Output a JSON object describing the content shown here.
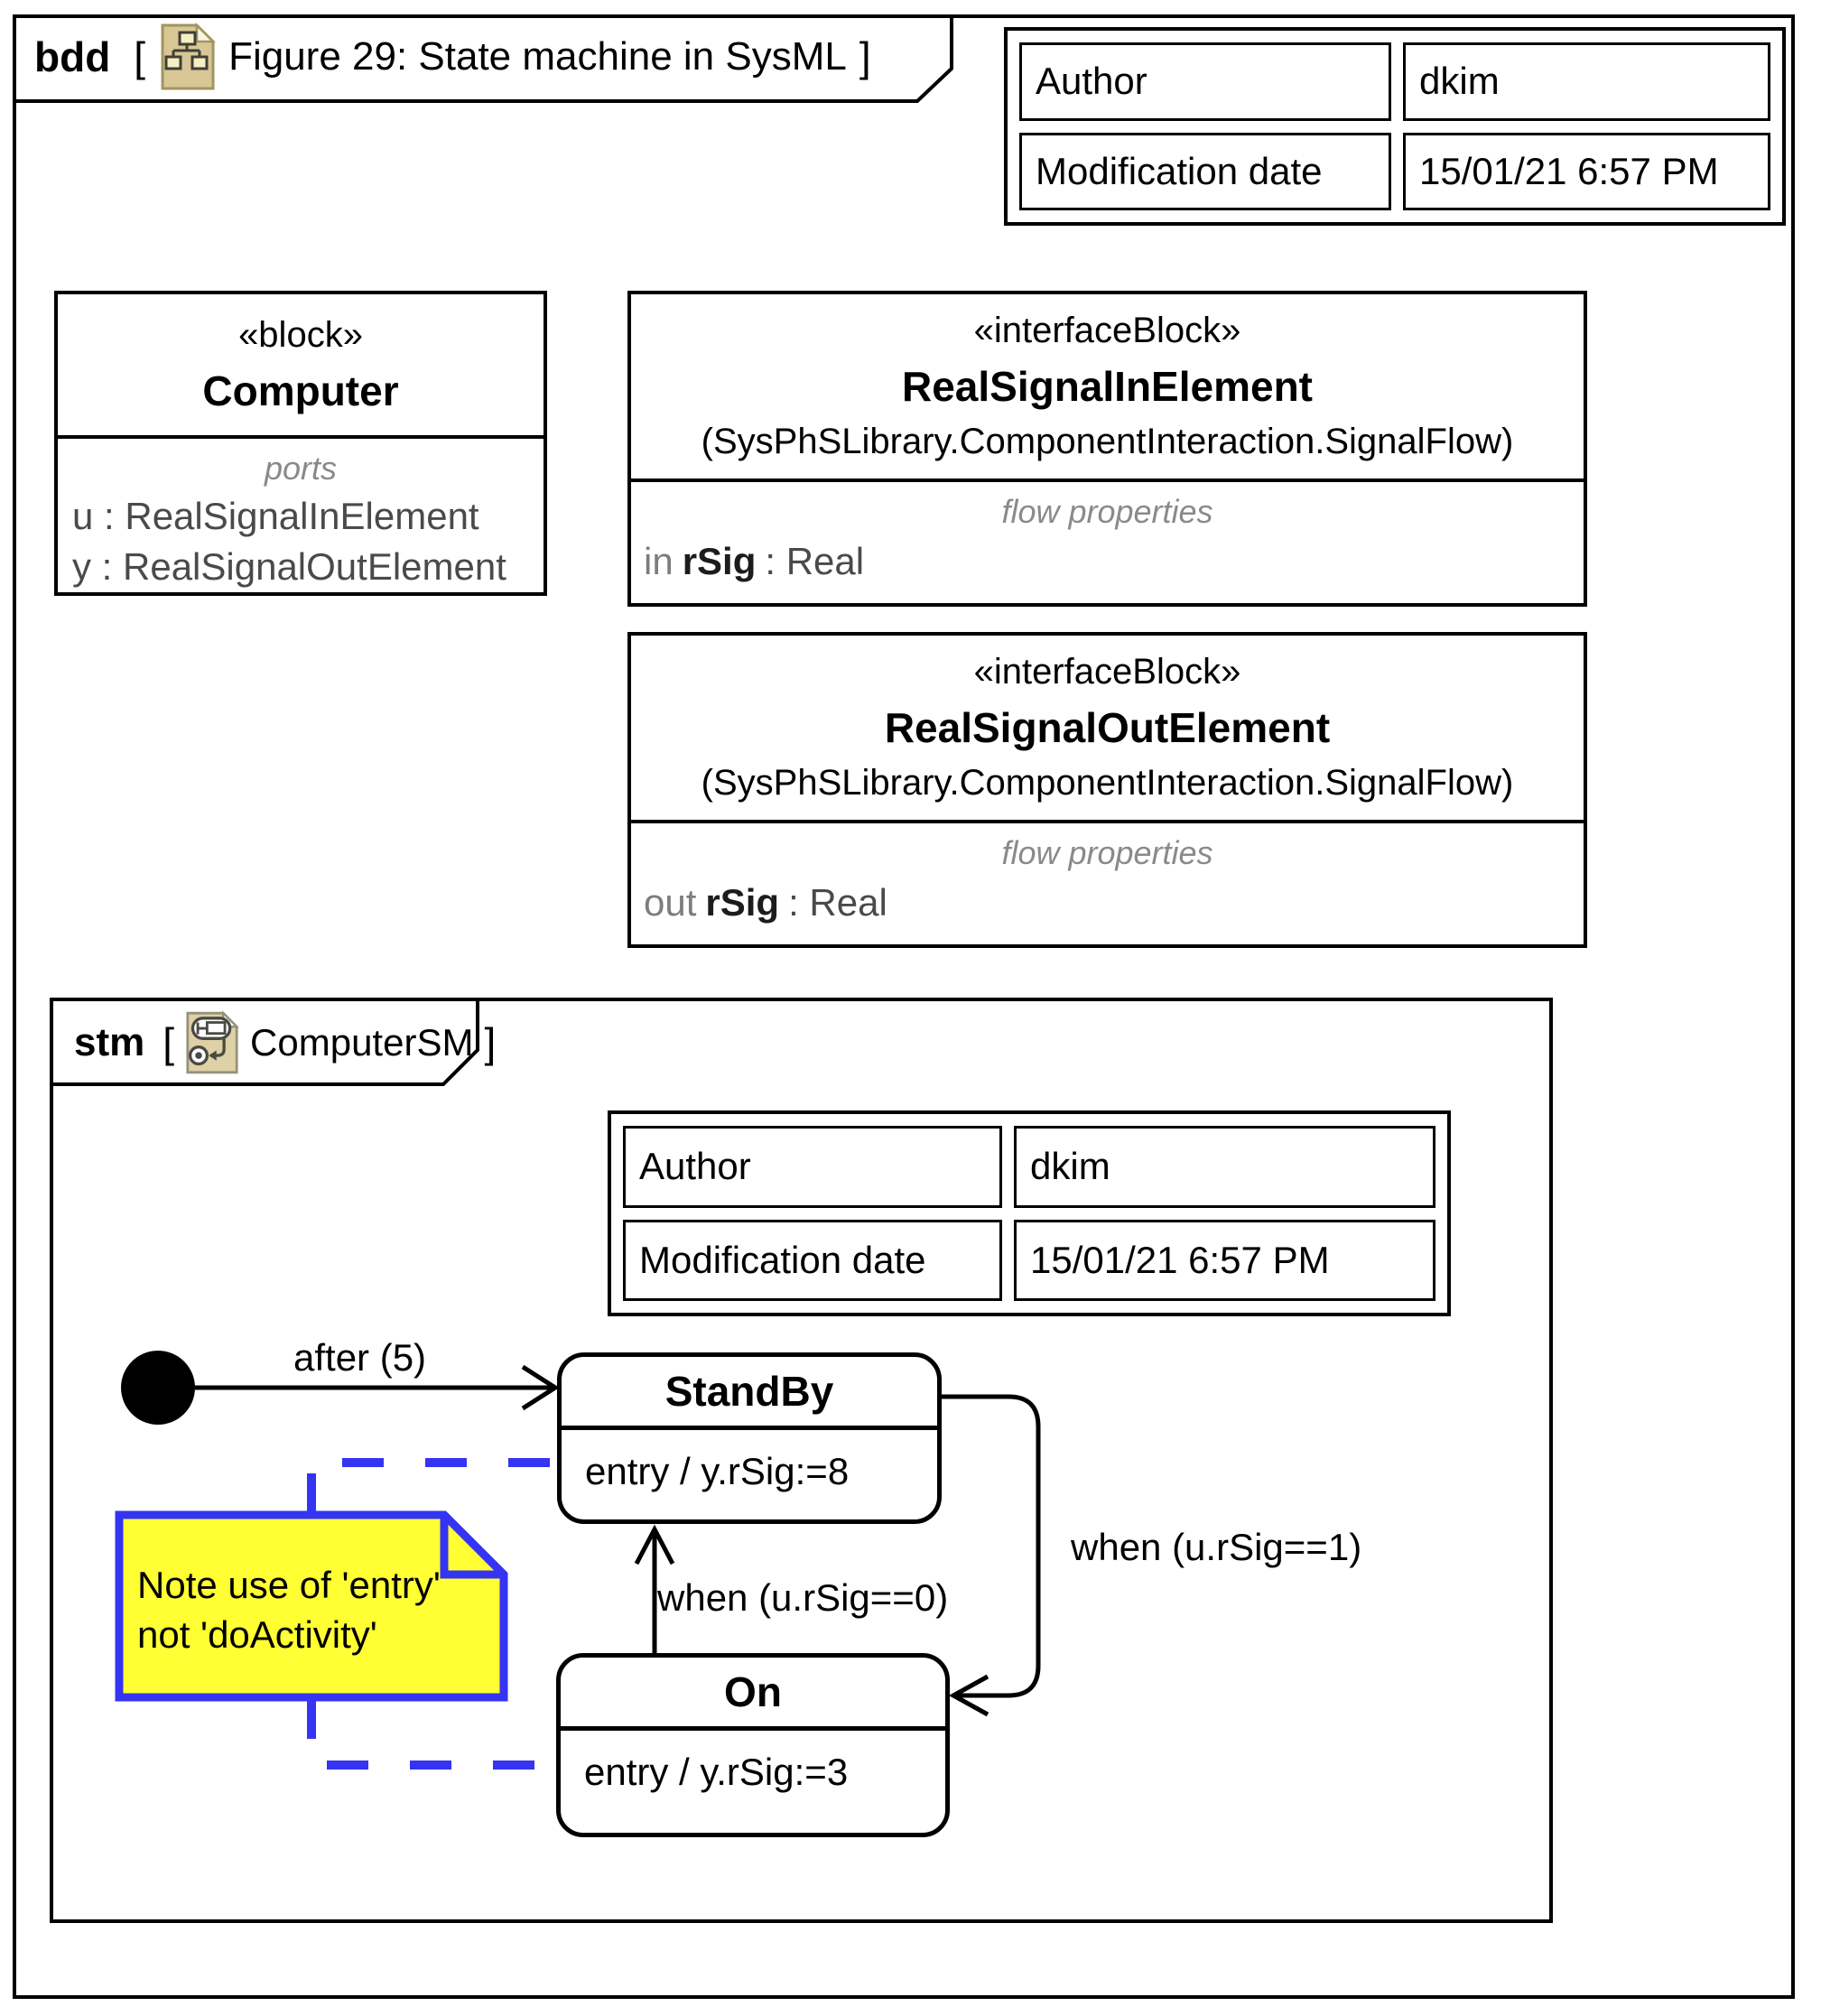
{
  "bdd_frame": {
    "kind": "bdd",
    "open_bracket": "[",
    "close_bracket": "]",
    "title": "Figure 29: State machine in SysML",
    "icon": "bdd-diagram-icon"
  },
  "bdd_info_table": {
    "author_label": "Author",
    "author_value": "dkim",
    "moddate_label": "Modification date",
    "moddate_value": "15/01/21 6:57 PM"
  },
  "computer_block": {
    "stereotype": "«block»",
    "name": "Computer",
    "compartment_label": "ports",
    "ports": [
      "u : RealSignalInElement",
      "y : RealSignalOutElement"
    ]
  },
  "real_signal_in_block": {
    "stereotype": "«interfaceBlock»",
    "name": "RealSignalInElement",
    "library": "(SysPhSLibrary.ComponentInteraction.SignalFlow)",
    "compartment_label": "flow properties",
    "flow_direction": "in",
    "flow_name": "rSig",
    "flow_type": ": Real"
  },
  "real_signal_out_block": {
    "stereotype": "«interfaceBlock»",
    "name": "RealSignalOutElement",
    "library": "(SysPhSLibrary.ComponentInteraction.SignalFlow)",
    "compartment_label": "flow properties",
    "flow_direction": "out",
    "flow_name": "rSig",
    "flow_type": ": Real"
  },
  "stm_frame": {
    "kind": "stm",
    "open_bracket": "[",
    "close_bracket": "]",
    "title": "ComputerSM",
    "icon": "state-machine-diagram-icon"
  },
  "stm_info_table": {
    "author_label": "Author",
    "author_value": "dkim",
    "moddate_label": "Modification date",
    "moddate_value": "15/01/21 6:57 PM"
  },
  "state_machine": {
    "initial_transition_label": "after (5)",
    "states": [
      {
        "name": "StandBy",
        "entry": "entry / y.rSig:=8"
      },
      {
        "name": "On",
        "entry": "entry / y.rSig:=3"
      }
    ],
    "transition_on_to_standby": "when (u.rSig==0)",
    "transition_standby_to_on": "when (u.rSig==1)"
  },
  "note": {
    "line1": "Note use of 'entry'",
    "line2": "not 'doActivity'"
  },
  "colors": {
    "line_black": "#000000",
    "note_fill": "#ffff33",
    "note_border": "#3434f2",
    "anchor_blue": "#3434f2",
    "compartment_label_gray": "#8a8a8a",
    "property_gray": "#4a4a4a",
    "keyword_gray": "#7d7d7d",
    "icon_tan": "#d8c794",
    "icon_tan_border": "#a2945e"
  }
}
